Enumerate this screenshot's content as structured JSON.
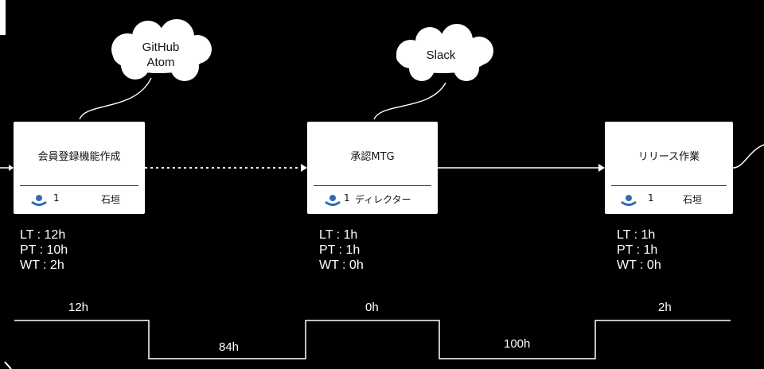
{
  "processes": [
    {
      "title": "会員登録機能作成",
      "count": "1",
      "role": "石垣",
      "metrics": {
        "lt": "LT : 12h",
        "pt": "PT : 10h",
        "wt": "WT : 2h"
      }
    },
    {
      "title": "承認MTG",
      "count": "1",
      "role": "ディレクター",
      "metrics": {
        "lt": "LT : 1h",
        "pt": "PT : 1h",
        "wt": "WT : 0h"
      }
    },
    {
      "title": "リリース作業",
      "count": "1",
      "role": "石垣",
      "metrics": {
        "lt": "LT : 1h",
        "pt": "PT : 1h",
        "wt": "WT :  0h"
      }
    }
  ],
  "clouds": [
    {
      "line1": "GitHub",
      "line2": "Atom"
    },
    {
      "line1": "Slack"
    }
  ],
  "timeline": {
    "high_labels": [
      "12h",
      "0h",
      "2h"
    ],
    "low_labels": [
      "84h",
      "100h"
    ]
  },
  "colors": {
    "background": "#000000",
    "box": "#ffffff",
    "accent_icon": "#2f6db3"
  }
}
